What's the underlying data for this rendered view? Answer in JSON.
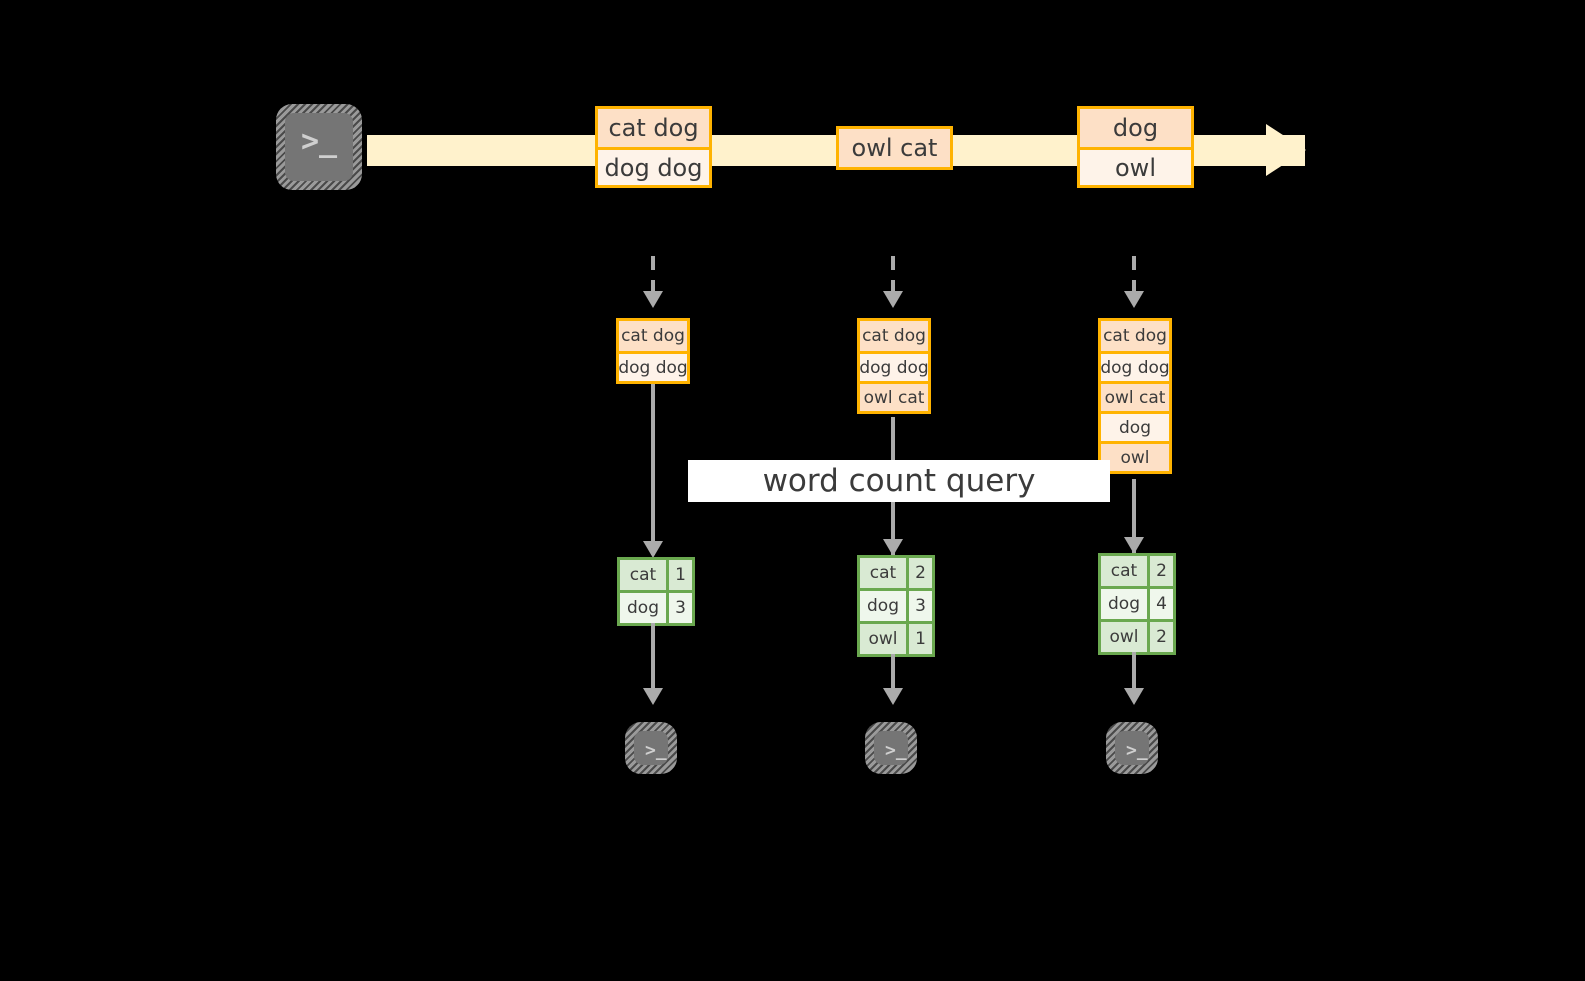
{
  "diagram": {
    "title": "word count query streaming diagram",
    "colors": {
      "background": "#000000",
      "stream_fill": "#FFF2CC",
      "message_border": "#FFB300",
      "message_fill_dark": "#FDE0C6",
      "message_fill_light": "#FEF3E9",
      "table_border": "#6AA84F",
      "table_fill_dark": "#D9EAD3",
      "table_fill_light": "#EFF7EC",
      "arrow_gray": "#ABABAB",
      "terminal_fill": "#757575",
      "banner_fill": "#FFFFFF"
    },
    "source": {
      "icon": "terminal-icon",
      "prompt": ">_"
    },
    "stream": {
      "label": "event-stream-arrow",
      "messages": [
        {
          "id": "batch-1",
          "rows": [
            {
              "text": "cat dog",
              "shade": "dark"
            },
            {
              "text": "dog dog",
              "shade": "light"
            }
          ]
        },
        {
          "id": "batch-2",
          "rows": [
            {
              "text": "owl cat",
              "shade": "dark"
            }
          ]
        },
        {
          "id": "batch-3",
          "rows": [
            {
              "text": "dog",
              "shade": "dark"
            },
            {
              "text": "owl",
              "shade": "light"
            }
          ]
        }
      ]
    },
    "query_banner": {
      "label": "word count query"
    },
    "snapshots": [
      {
        "id": "snapshot-1",
        "input_rows": [
          {
            "text": "cat dog",
            "shade": "dark"
          },
          {
            "text": "dog dog",
            "shade": "light"
          }
        ],
        "result_rows": [
          {
            "word": "cat",
            "count": "1",
            "shade": "dark"
          },
          {
            "word": "dog",
            "count": "3",
            "shade": "light"
          }
        ],
        "sink": {
          "icon": "terminal-icon",
          "prompt": ">_"
        }
      },
      {
        "id": "snapshot-2",
        "input_rows": [
          {
            "text": "cat dog",
            "shade": "dark"
          },
          {
            "text": "dog dog",
            "shade": "light"
          },
          {
            "text": "owl cat",
            "shade": "dark"
          }
        ],
        "result_rows": [
          {
            "word": "cat",
            "count": "2",
            "shade": "dark"
          },
          {
            "word": "dog",
            "count": "3",
            "shade": "light"
          },
          {
            "word": "owl",
            "count": "1",
            "shade": "dark"
          }
        ],
        "sink": {
          "icon": "terminal-icon",
          "prompt": ">_"
        }
      },
      {
        "id": "snapshot-3",
        "input_rows": [
          {
            "text": "cat dog",
            "shade": "dark"
          },
          {
            "text": "dog dog",
            "shade": "light"
          },
          {
            "text": "owl cat",
            "shade": "dark"
          },
          {
            "text": "dog",
            "shade": "light"
          },
          {
            "text": "owl",
            "shade": "dark"
          }
        ],
        "result_rows": [
          {
            "word": "cat",
            "count": "2",
            "shade": "dark"
          },
          {
            "word": "dog",
            "count": "4",
            "shade": "light"
          },
          {
            "word": "owl",
            "count": "2",
            "shade": "dark"
          }
        ],
        "sink": {
          "icon": "terminal-icon",
          "prompt": ">_"
        }
      }
    ]
  }
}
